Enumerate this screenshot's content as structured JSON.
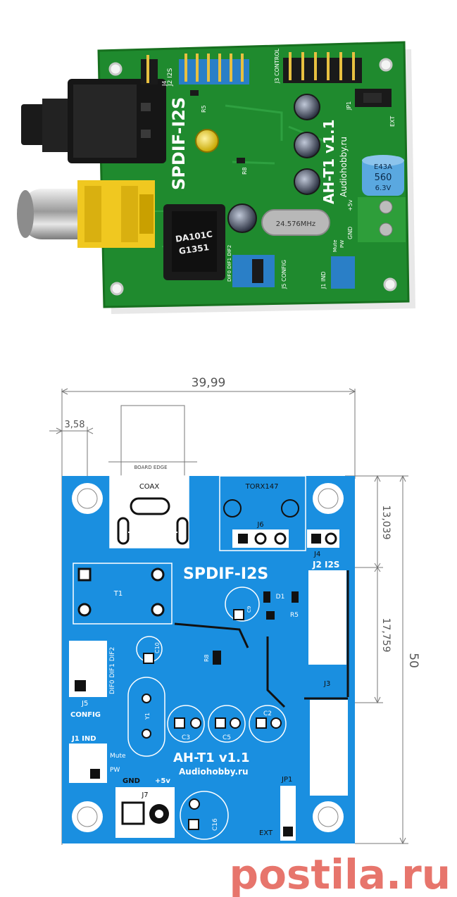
{
  "photo": {
    "title": "SPDIF-I2S",
    "model": "AH-T1  v1.1",
    "site": "Audiohobby.ru",
    "crystal": "24.576MHz",
    "chip_name": "DA101C",
    "chip_code": "G1351",
    "labels": {
      "j2i2s": "J2 I2S",
      "j4": "J4",
      "j3control": "J3 CONTROL",
      "jp1": "JP1",
      "ext": "EXT",
      "r5": "R5",
      "r8": "R8",
      "dif": "DIF0 DIF1 DIF2",
      "j5config": "J5 CONFIG",
      "j1ind": "J1 IND",
      "mute": "Mute",
      "pw": "PW",
      "plus5v": "+5v",
      "gnd": "GND",
      "cap_label": "E43A",
      "cap_value": "560",
      "cap_volt": "6.3V"
    }
  },
  "drawing": {
    "dim_width": "39,99",
    "dim_offset": "3,58",
    "dim_height": "50",
    "dim_top": "13,039",
    "dim_mid": "17,759",
    "board_edge": "BOARD EDGE",
    "coax": "COAX",
    "torx": "TORX147",
    "title": "SPDIF-I2S",
    "model": "AH-T1  v1.1",
    "site": "Audiohobby.ru",
    "refs": {
      "j6": "J6",
      "j4": "J4",
      "j2i2s": "J2 I2S",
      "j3": "J3",
      "t1": "T1",
      "c10": "C10",
      "r8": "R8",
      "d1": "D1",
      "r5": "R5",
      "c9": "C9",
      "dif": "DIF0 DIF1 DIF2",
      "j5": "J5",
      "config": "CONFIG",
      "y1": "Y1",
      "c3": "C3",
      "c5": "C5",
      "c2": "C2",
      "j1ind": "J1 IND",
      "mute": "Mute",
      "pw": "PW",
      "gnd": "GND",
      "plus5v": "+5v",
      "j7": "J7",
      "c16": "C16",
      "jp1": "JP1",
      "ext": "EXT"
    }
  },
  "watermark": {
    "text": "postila.ru"
  },
  "colors": {
    "pcb_green": "#1f8a2e",
    "layout_blue": "#1a8fe0",
    "header_blue": "#2a7fc7",
    "connector_yellow": "#f0c820",
    "watermark_red": "#e0483b"
  }
}
